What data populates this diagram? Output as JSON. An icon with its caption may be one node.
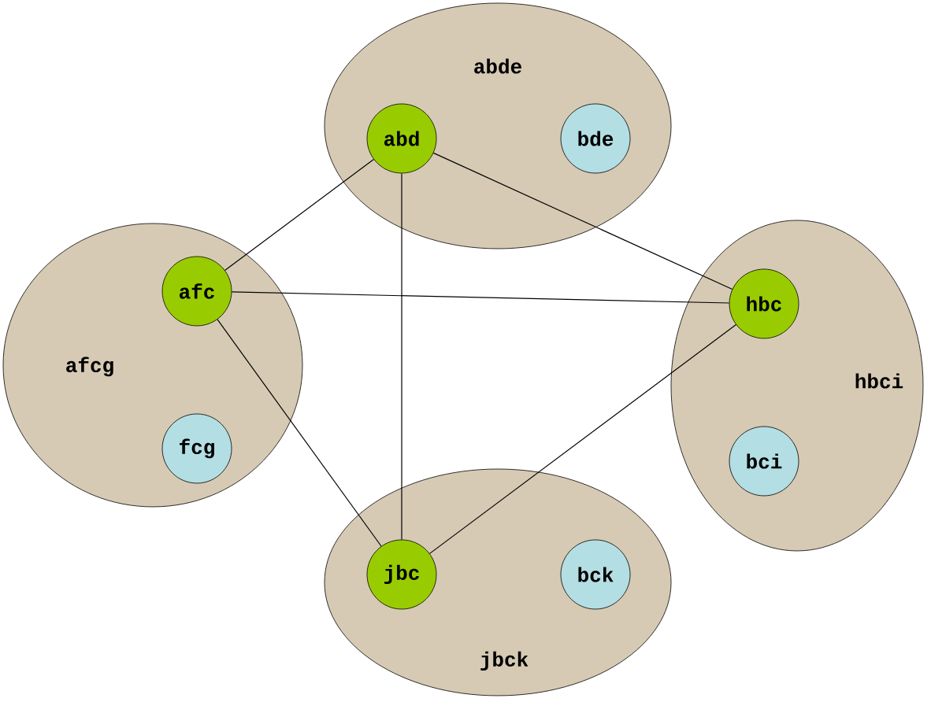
{
  "diagram": {
    "nodes": [
      {
        "text": [
          "abde"
        ]
      },
      {
        "text": [
          "abd"
        ],
        "in": 0
      },
      {
        "text": [
          "bde"
        ],
        "in": 0
      },
      {
        "text": [
          "afcg"
        ]
      },
      {
        "text": [
          "afc"
        ],
        "in": 3
      },
      {
        "text": [
          "fcg"
        ],
        "in": 3
      },
      {
        "text": [
          "hbci"
        ]
      },
      {
        "text": [
          "hbc"
        ],
        "in": 6
      },
      {
        "text": [
          "bci"
        ],
        "in": 6
      },
      {
        "text": [
          "jbck"
        ]
      },
      {
        "text": [
          "jbc"
        ],
        "in": 9
      },
      {
        "text": [
          "bck"
        ],
        "in": 9
      }
    ],
    "edges": [
      {
        "from": 1,
        "to": 4,
        "arrow": "none"
      },
      {
        "from": 1,
        "to": 10,
        "arrow": "none"
      },
      {
        "from": 1,
        "to": 7,
        "arrow": "none"
      },
      {
        "from": 4,
        "to": 7,
        "arrow": "none"
      },
      {
        "from": 4,
        "to": 10,
        "arrow": "none"
      },
      {
        "from": 7,
        "to": 10,
        "arrow": "none"
      }
    ]
  }
}
